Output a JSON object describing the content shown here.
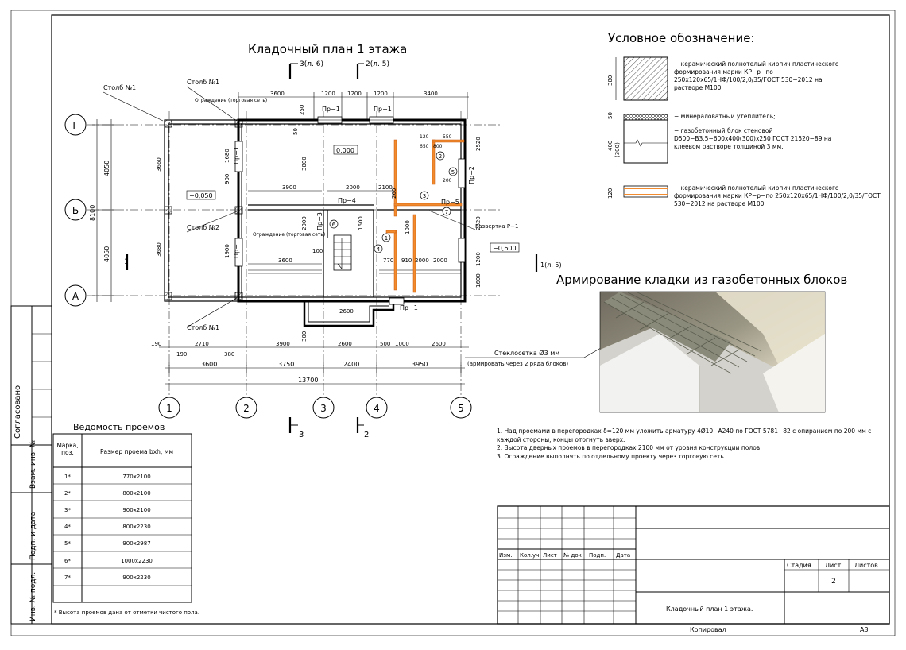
{
  "plan": {
    "title": "Кладочный план 1 этажа",
    "section_top_3": "3(л. 6)",
    "section_top_2": "2(л. 5)",
    "section_bottom_3": "3",
    "section_bottom_2": "2",
    "section_left_1": "1",
    "section_right_1": "1(л. 5)",
    "axes_letters": [
      "Г",
      "Б",
      "А"
    ],
    "axes_numbers": [
      "1",
      "2",
      "3",
      "4",
      "5"
    ],
    "dims_bottom_axes": [
      "3600",
      "3750",
      "2400",
      "3950"
    ],
    "dim_total": "13700",
    "dims_left_outer": [
      "4050",
      "4050"
    ],
    "dim_left_total": "8100",
    "level_main": "0,000",
    "level_left": "−0,050",
    "level_right": "−0,600",
    "column_labels": [
      "Столб №1",
      "Столб №1",
      "Столб №2",
      "Столб №1"
    ],
    "fence_labels": [
      "Ограждение (торговая сеть)",
      "Ограждение (торговая сеть)"
    ],
    "openings": [
      "Пр−1",
      "Пр−1",
      "Пр−1",
      "Пр−1",
      "Пр−2",
      "Пр−3",
      "Пр−4",
      "Пр−5",
      "Пр−1"
    ],
    "razvertka": "Развертка Р−1",
    "glass_mesh": "Стеклосетка Ø3 мм",
    "glass_mesh_note": "(армировать через 2 ряда блоков)",
    "dims_top": [
      "3600",
      "1200",
      "1200",
      "1200",
      "3400"
    ],
    "dims_bottom_row": [
      "190",
      "190",
      "2710",
      "380",
      "3900",
      "2600",
      "500",
      "1000",
      "2600"
    ],
    "marks_circled": [
      "1",
      "2",
      "3",
      "4",
      "5",
      "6",
      "7"
    ],
    "inner_dims": [
      "3900",
      "2000",
      "2100",
      "3600",
      "2000",
      "2000",
      "2600",
      "3660",
      "3680",
      "1680",
      "1900",
      "3800",
      "2000",
      "1600",
      "900",
      "770",
      "910",
      "120",
      "200",
      "650",
      "800",
      "550",
      "1000",
      "1200",
      "2520",
      "2620",
      "1600",
      "250",
      "50",
      "100",
      "300",
      "260"
    ]
  },
  "legend": {
    "title": "Условное обозначение:",
    "items": [
      "− керамический полнотелый кирпич пластического формирования марки КР−р−по 250х120х65/1НФ/100/2,0/35/ГОСТ 530−2012 на растворе М100.",
      "− минераловатный утеплитель;",
      "− газобетонный блок стеновой D500−B3,5−600х400(300)х250 ГОСТ 21520−89 на клеевом растворе толщиной 3 мм.",
      "− керамический полнотелый кирпич пластического формирования марки КР−р−по 250х120х65/1НФ/100/2,0/35/ГОСТ 530−2012 на растворе М100."
    ],
    "dims": [
      "380",
      "50",
      "400",
      "(300)",
      "120"
    ]
  },
  "photo": {
    "title": "Армирование кладки из газобетонных блоков"
  },
  "openings_table": {
    "title": "Ведомость проемов",
    "headers": [
      "Марка, поз.",
      "Размер проема bxh, мм"
    ],
    "rows": [
      [
        "1*",
        "770х2100"
      ],
      [
        "2*",
        "800х2100"
      ],
      [
        "3*",
        "900х2100"
      ],
      [
        "4*",
        "800х2230"
      ],
      [
        "5*",
        "900х2987"
      ],
      [
        "6*",
        "1000х2230"
      ],
      [
        "7*",
        "900х2230"
      ],
      [
        "",
        ""
      ]
    ],
    "footnote": "* Высота проемов дана от отметки чистого пола."
  },
  "notes": [
    "1. Над проемами в перегородках δ=120 мм уложить арматуру 4Ø10−А240 по ГОСТ 5781−82 с опиранием по 200 мм с каждой стороны, концы отогнуть вверх.",
    "2. Высота дверных проемов в перегородках 2100 мм от уровня конструкции полов.",
    "3. Ограждение выполнять по отдельному проекту через торговую сеть."
  ],
  "side_stamp": {
    "labels": [
      "Согласовано",
      "Взам. инв. №",
      "Подп. и дата",
      "Инв. № подл."
    ]
  },
  "title_block": {
    "col_headers": [
      "Изм.",
      "Кол.уч",
      "Лист",
      "№ док",
      "Подп.",
      "Дата"
    ],
    "stage_header": "Стадия",
    "sheet_header": "Лист",
    "sheets_header": "Листов",
    "sheet_value": "2",
    "drawing_name": "Кладочный план 1 этажа.",
    "copied": "Копировал",
    "format": "А3"
  }
}
